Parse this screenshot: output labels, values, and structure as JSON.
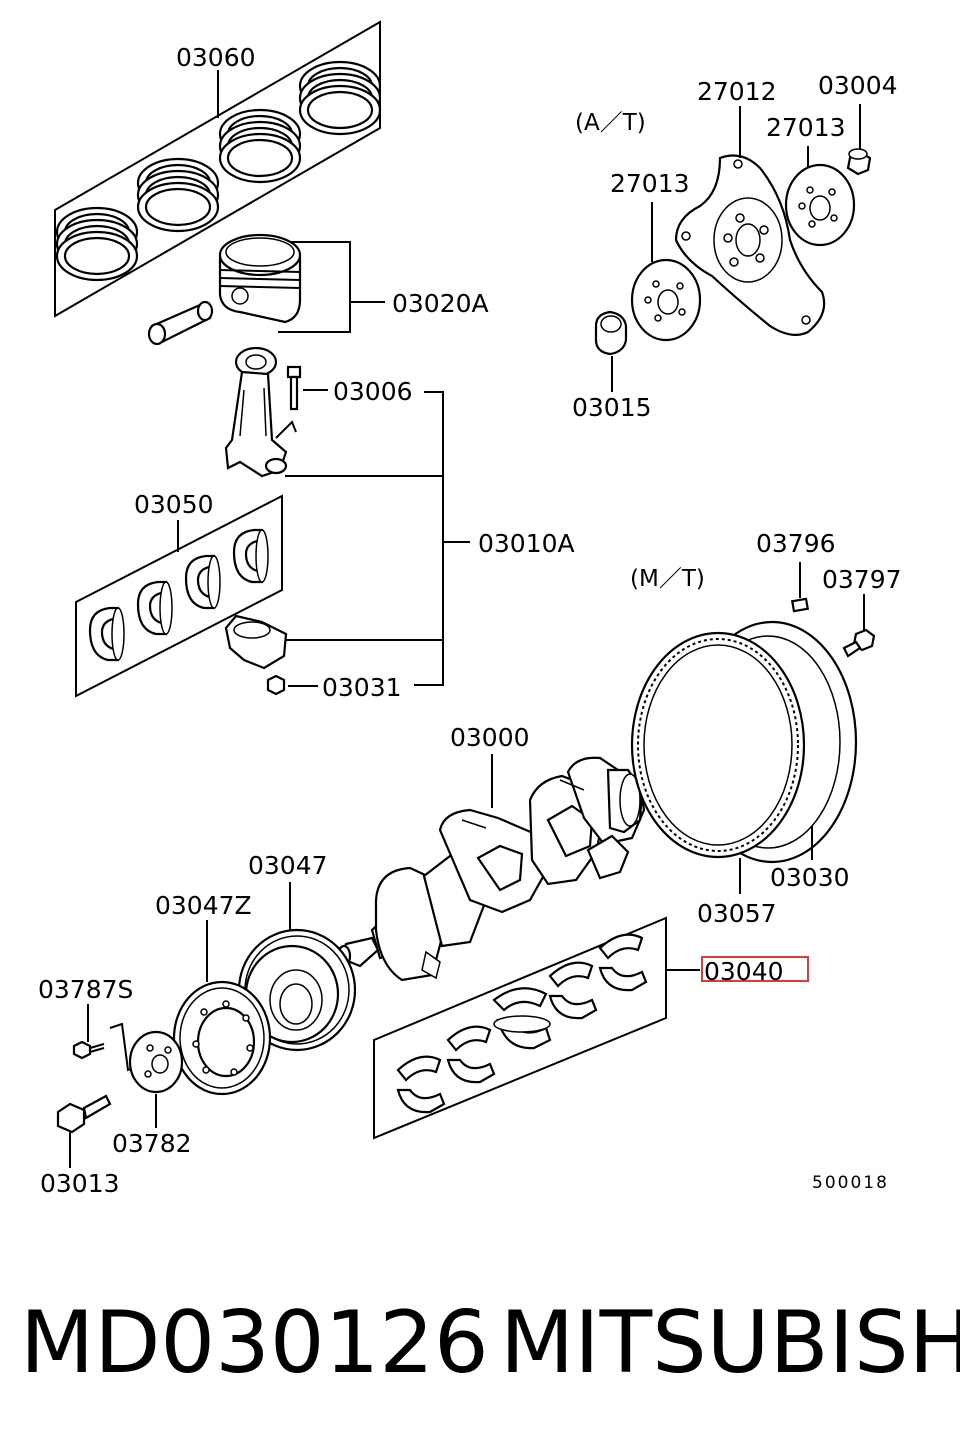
{
  "labels": {
    "l03060": "03060",
    "l03020A": "03020A",
    "l03006": "03006",
    "l03050": "03050",
    "l03010A": "03010A",
    "l03031": "03031",
    "l03000": "03000",
    "l03047": "03047",
    "l03047Z": "03047Z",
    "l03787S": "03787S",
    "l03782": "03782",
    "l03013": "03013",
    "l03040": "03040",
    "l03057": "03057",
    "l03030": "03030",
    "l03796": "03796",
    "l03797": "03797",
    "lMT": "(M／T)",
    "lAT": "(A／T)",
    "l27012": "27012",
    "l03004": "03004",
    "l27013a": "27013",
    "l27013b": "27013",
    "l03015": "03015"
  },
  "diagram_code": "500018",
  "footer": {
    "part_number": "MD030126",
    "brand": "MITSUBISHI"
  },
  "highlight_color": "#e53935"
}
